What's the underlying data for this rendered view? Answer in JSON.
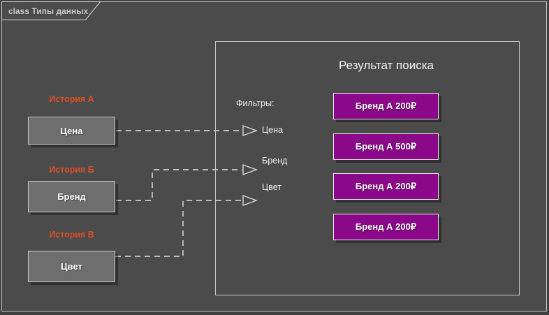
{
  "diagram": {
    "frame_label": "class Типы данных",
    "background_color": "#4B4B4B",
    "node_fill_color": "#6E6E6E",
    "accent_orange": "#DC5028",
    "result_purple": "#8A0889",
    "border_color": "#C9C9C9"
  },
  "stories": [
    {
      "label": "История А",
      "box": "Цена"
    },
    {
      "label": "История Б",
      "box": "Бренд"
    },
    {
      "label": "История В",
      "box": "Цвет"
    }
  ],
  "search_panel": {
    "title": "Результат поиска",
    "filters_label": "Фильтры:",
    "filters": [
      "Цена",
      "Бренд",
      "Цвет"
    ],
    "results": [
      "Бренд А 200₽",
      "Бренд А 500₽",
      "Бренд А 200₽",
      "Бренд А 200₽"
    ]
  }
}
